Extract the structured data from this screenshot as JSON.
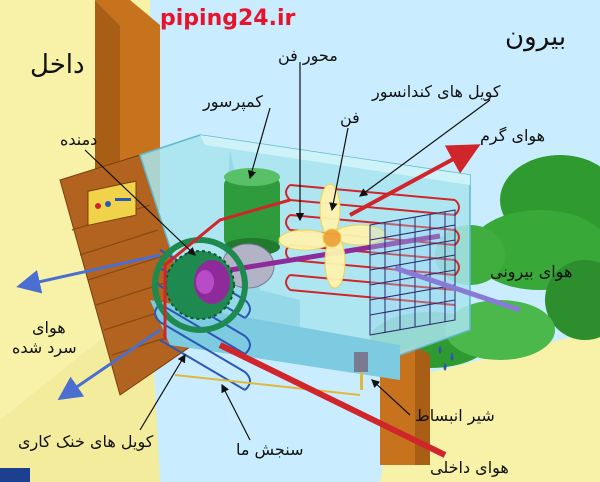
{
  "watermark": "piping24.ir",
  "labels": {
    "inside": "داخل",
    "outside": "بیرون",
    "fan_axis": "محور فن",
    "compressor": "کمپرسور",
    "condenser_coils": "کویل های کندانسور",
    "fan": "فن",
    "hot_air": "هوای گرم",
    "blower": "دمنده",
    "outside_air": "هوای بیرونی",
    "cooled_air_1": "هوای",
    "cooled_air_2": "سرد شده",
    "expansion_valve": "شیر انبساط",
    "cooling_coils": "کویل های خنک کاری",
    "thermostat": "سنجش ما",
    "inside_air": "هوای داخلی"
  },
  "colors": {
    "sky": "#c9ecff",
    "wall": "#f7f2a8",
    "brick": "#c7731d",
    "unit_glass": "#a8e4ef",
    "coil_red": "#d0252b",
    "coil_blue": "#2b58b4",
    "compressor": "#2e9c3c",
    "blower": "#1e8a4f",
    "motor": "#8f2a9a",
    "grass": "#2f9a2f"
  }
}
